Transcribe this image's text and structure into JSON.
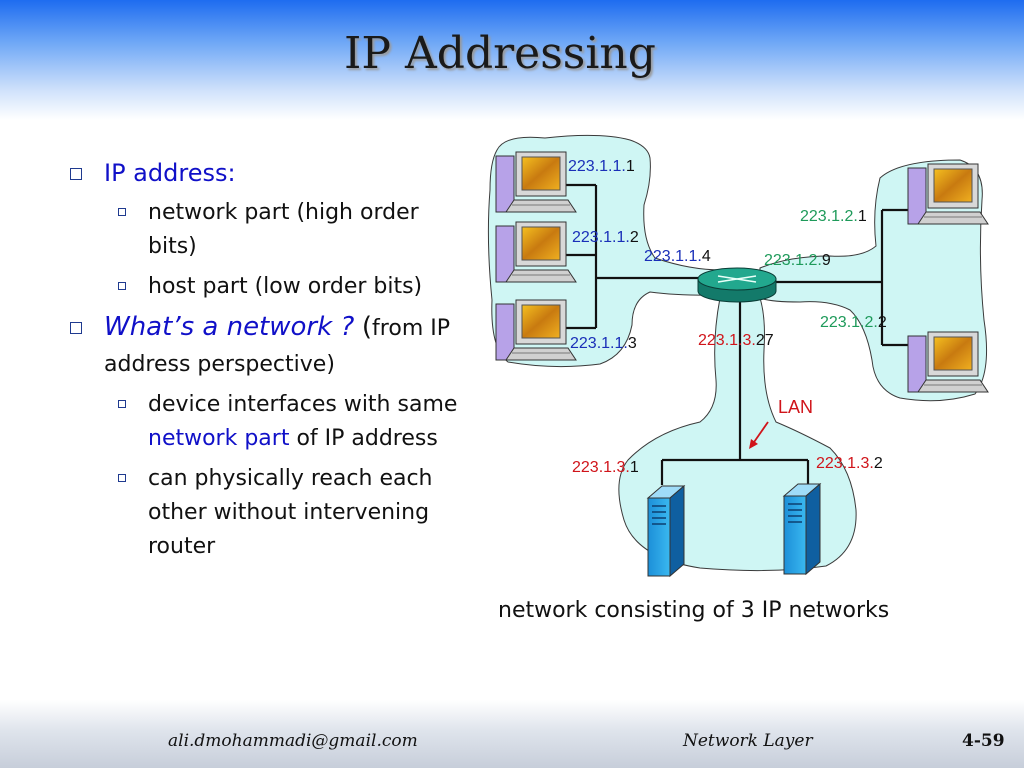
{
  "slide": {
    "title": "IP Addressing",
    "footer_email": "ali.dmohammadi@gmail.com",
    "footer_section": "Network Layer",
    "page_number": "4-59"
  },
  "bullets": {
    "b1": "IP address:",
    "b1_sub1": "network part (high order bits)",
    "b1_sub2": "host part (low order bits)",
    "b2_title": "What’s a network ?",
    "b2_paren_open": "(",
    "b2_rest": "from IP address perspective)",
    "b2_sub1_pre": "device interfaces with same ",
    "b2_sub1_blue": "network part",
    "b2_sub1_post": " of IP address",
    "b2_sub2": "can physically reach each other without intervening router"
  },
  "diagram": {
    "caption": "network consisting of 3 IP networks",
    "lan_label": "LAN",
    "labels": [
      {
        "net": "223.1.1.",
        "host": "1",
        "color": "#1a2fb8"
      },
      {
        "net": "223.1.1.",
        "host": "2",
        "color": "#1a2fb8"
      },
      {
        "net": "223.1.1.",
        "host": "4",
        "color": "#1a2fb8"
      },
      {
        "net": "223.1.1.",
        "host": "3",
        "color": "#1a2fb8"
      },
      {
        "net": "223.1.2.",
        "host": "1",
        "color": "#1e9a5a"
      },
      {
        "net": "223.1.2.",
        "host": "9",
        "color": "#1e9a5a"
      },
      {
        "net": "223.1.2.",
        "host": "2",
        "color": "#1e9a5a"
      },
      {
        "net": "223.1.3.",
        "host": "27",
        "color": "#d0141a"
      },
      {
        "net": "223.1.3.",
        "host": "1",
        "color": "#d0141a"
      },
      {
        "net": "223.1.3.",
        "host": "2",
        "color": "#d0141a"
      }
    ]
  }
}
